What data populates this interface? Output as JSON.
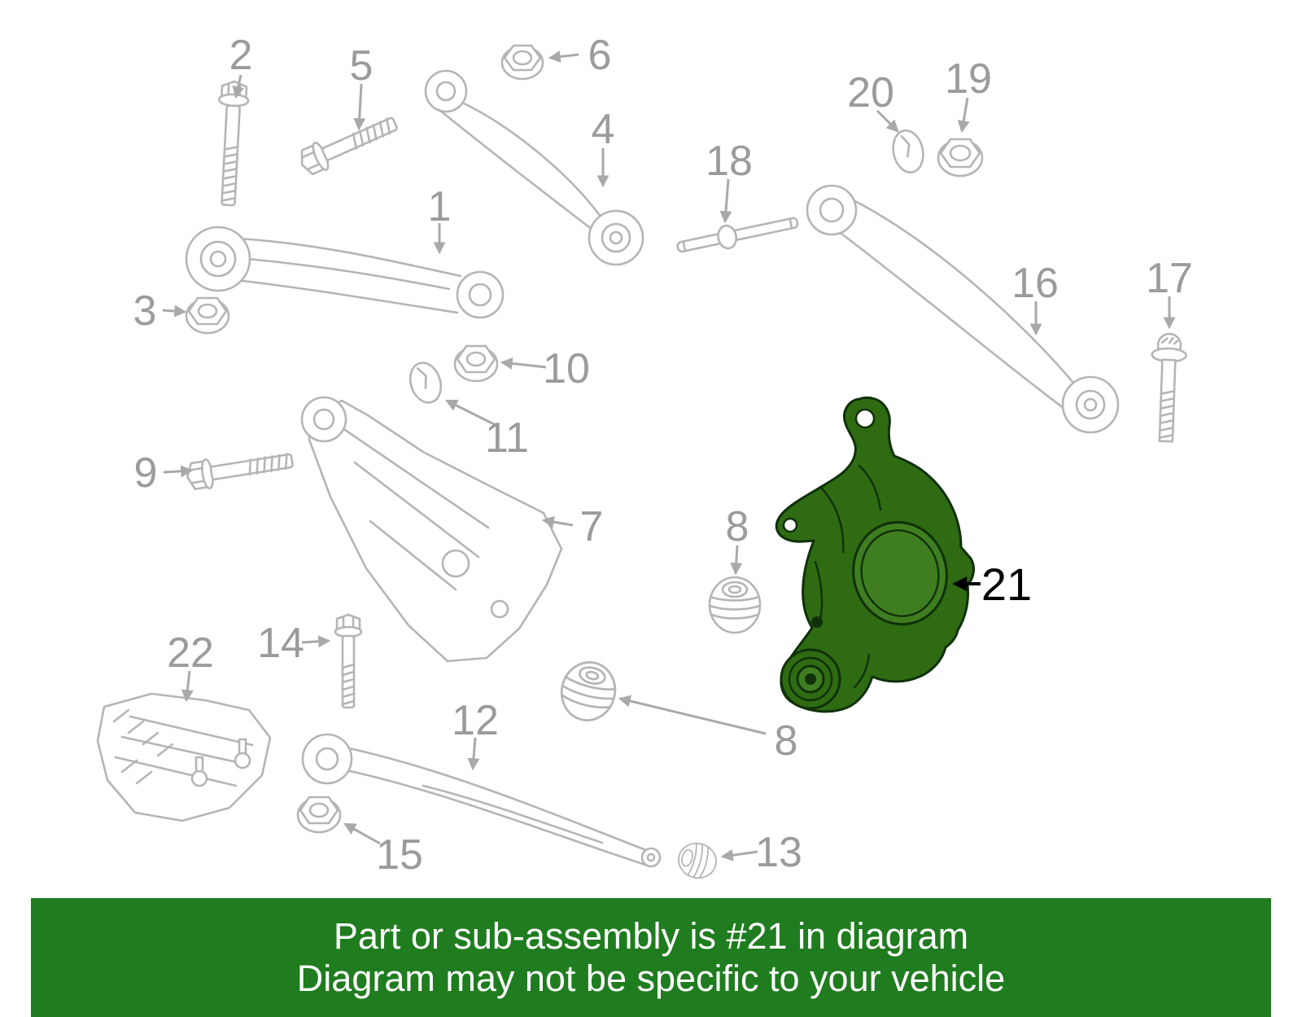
{
  "banner": {
    "line1": "Part or sub-assembly is #21 in diagram",
    "line2": "Diagram may not be specific to your vehicle",
    "background": "#1f7c1f",
    "text_color": "#ffffff"
  },
  "diagram": {
    "highlight_color": "#2e6b12",
    "highlight_hub_color": "#3f7e20",
    "line_color": "#b5b5b5",
    "label_color": "#9b9b9b",
    "highlighted_part": "21",
    "labels": {
      "p1": "1",
      "p2": "2",
      "p3": "3",
      "p4": "4",
      "p5": "5",
      "p6": "6",
      "p7": "7",
      "p8_upper": "8",
      "p8_lower": "8",
      "p9": "9",
      "p10": "10",
      "p11": "11",
      "p12": "12",
      "p13": "13",
      "p14": "14",
      "p15": "15",
      "p16": "16",
      "p17": "17",
      "p18": "18",
      "p19": "19",
      "p20": "20",
      "p21": "21",
      "p22": "22"
    }
  }
}
